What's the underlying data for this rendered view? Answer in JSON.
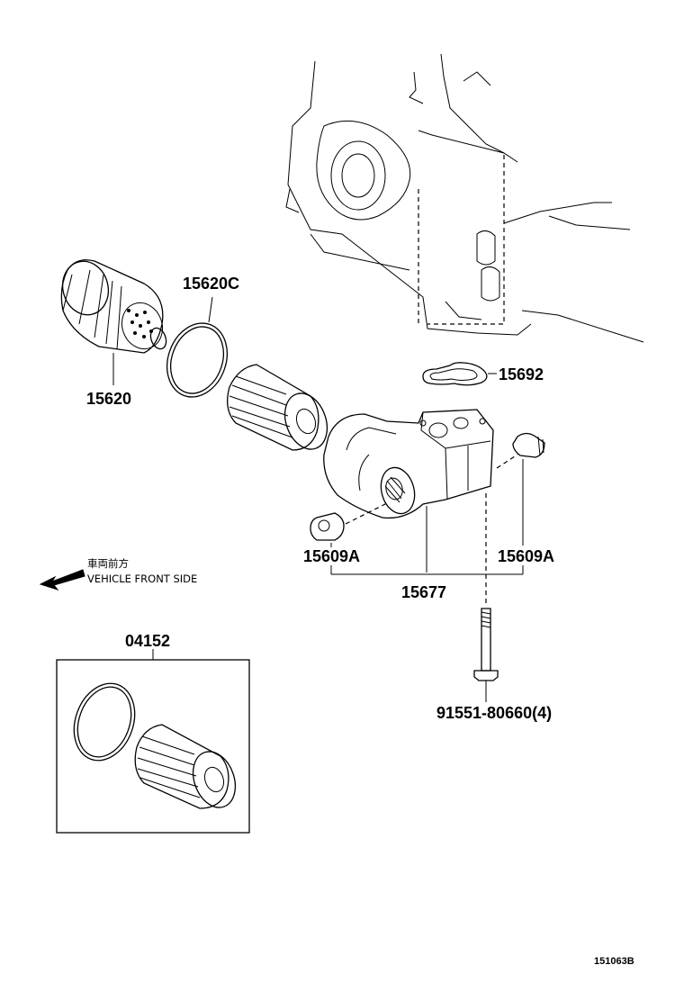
{
  "parts": {
    "p15620": "15620",
    "p15620C": "15620C",
    "p15692": "15692",
    "p15609A_left": "15609A",
    "p15609A_right": "15609A",
    "p15677": "15677",
    "p04152": "04152",
    "p91551": "91551-80660(4)"
  },
  "direction": {
    "jp": "車両前方",
    "en": "VEHICLE FRONT SIDE"
  },
  "figure_ref": "151063B"
}
